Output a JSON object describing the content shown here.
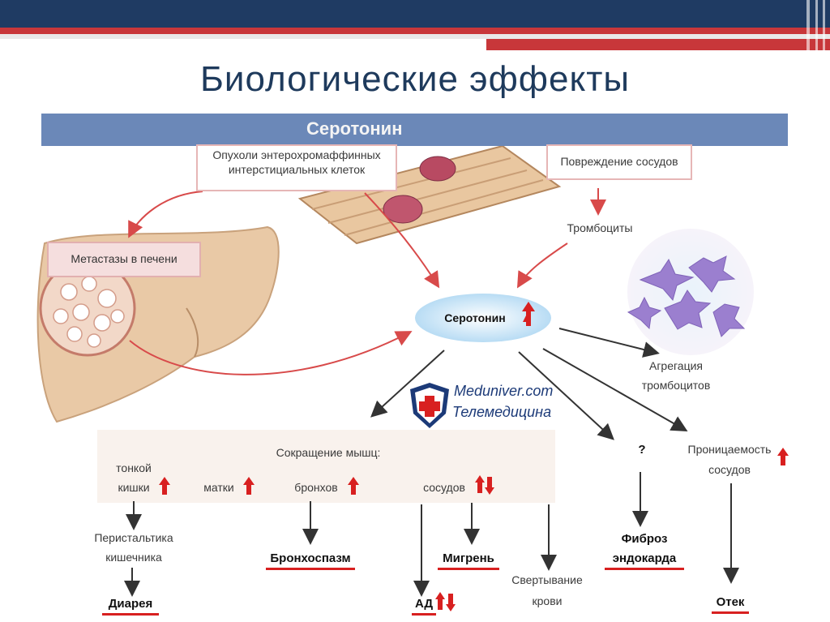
{
  "slide": {
    "title": "Биологические эффекты"
  },
  "header": {
    "label": "Серотонин"
  },
  "diagram": {
    "center": "Серотонин",
    "tumor": "Опухоли энтерохромаффинных интерстициальных клеток",
    "metastases": "Метастазы в печени",
    "vessel_damage": "Повреждение сосудов",
    "platelets": "Тромбоциты",
    "aggregation": "Агрегация тромбоцитов",
    "muscle_contraction": "Сокращение мышц:",
    "small_intestine_1": "тонкой",
    "small_intestine_2": "кишки",
    "uterus": "матки",
    "bronchi": "бронхов",
    "vessels": "сосудов",
    "question": "?",
    "permeability_1": "Проницаемость",
    "permeability_2": "сосудов",
    "peristalsis_1": "Перистальтика",
    "peristalsis_2": "кишечника",
    "bronchospasm": "Бронхоспазм",
    "migraine": "Мигрень",
    "fibrosis_1": "Фиброз",
    "fibrosis_2": "эндокарда",
    "coagulation_1": "Свертывание",
    "coagulation_2": "крови",
    "diarrhea": "Диарея",
    "bp": "АД",
    "edema": "Отек"
  },
  "watermark": {
    "line1": "Meduniver.com",
    "line2": "Телемедицина"
  },
  "colors": {
    "accent_red": "#d82020",
    "header_band": "#6b88b8",
    "title": "#1e3a5c"
  }
}
